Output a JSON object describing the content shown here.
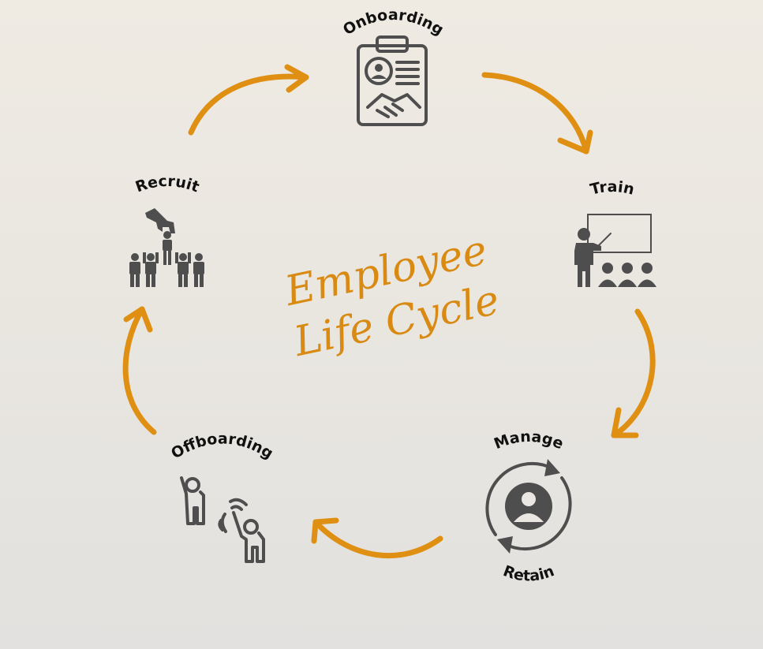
{
  "diagram": {
    "center_title": [
      "Employee",
      "Life Cycle"
    ],
    "stages": {
      "onboarding": {
        "label": "Onboarding",
        "icon": "clipboard-handshake-icon"
      },
      "train": {
        "label": "Train",
        "icon": "presentation-icon"
      },
      "manage": {
        "label": "Manage",
        "icon": "user-cycle-icon"
      },
      "retain": {
        "label": "Retain"
      },
      "offboarding": {
        "label": "Offboarding",
        "icon": "waving-people-icon"
      },
      "recruit": {
        "label": "Recruit",
        "icon": "hand-picking-person-icon"
      }
    },
    "colors": {
      "accent": "#df8f12",
      "icon": "#4e4e4e",
      "text": "#111111"
    }
  }
}
